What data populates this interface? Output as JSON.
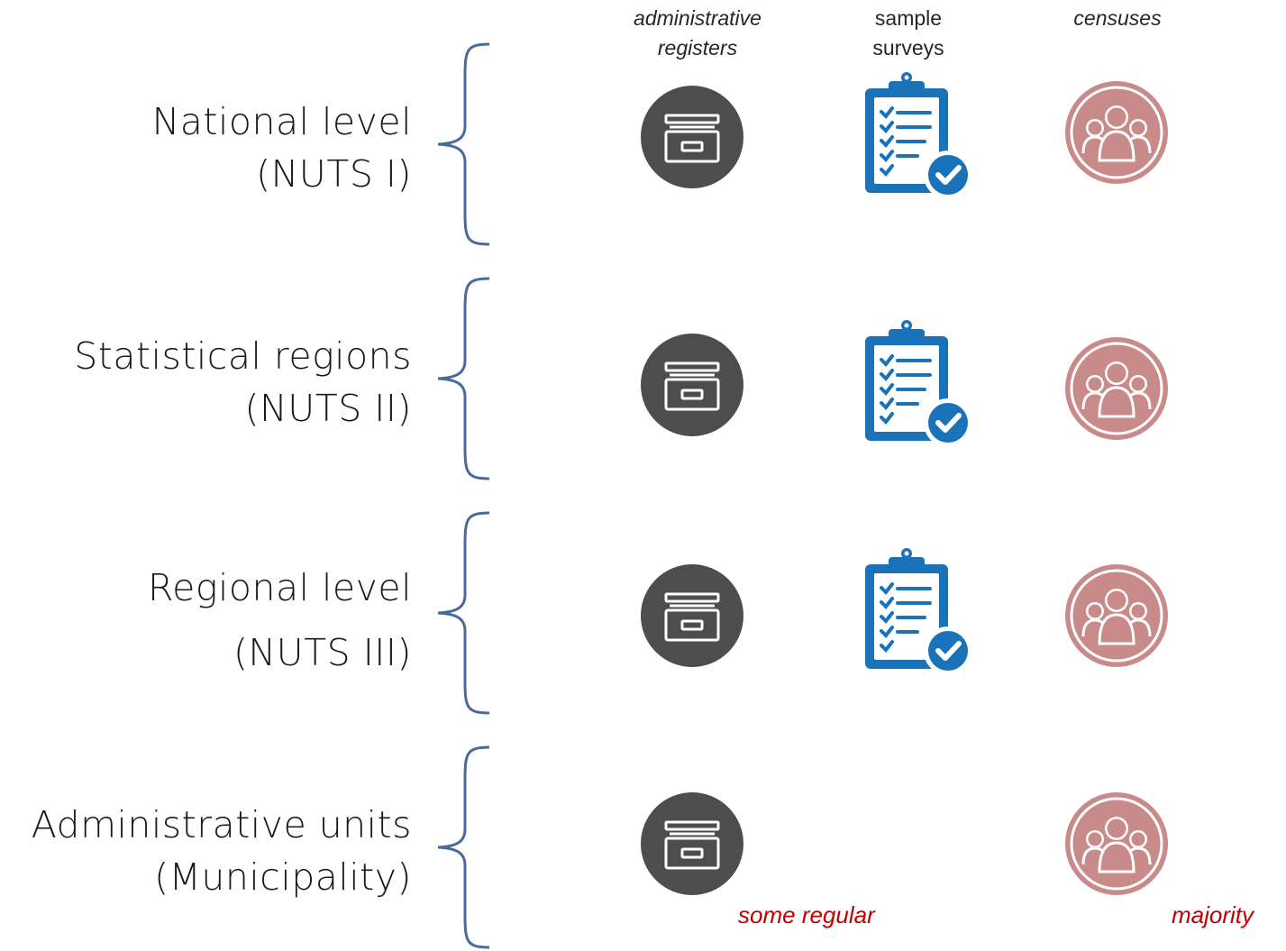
{
  "columns": [
    {
      "label": "administrative\nregisters",
      "italic": true,
      "icon": "archive-drawer-icon"
    },
    {
      "label": "sample\nsurveys",
      "italic": false,
      "icon": "clipboard-checklist-icon"
    },
    {
      "label": "censuses",
      "italic": true,
      "icon": "people-group-icon"
    }
  ],
  "levels": [
    {
      "name": "National level",
      "code": "(NUTS I)",
      "sources": [
        true,
        true,
        true
      ]
    },
    {
      "name": "Statistical regions",
      "code": "(NUTS II)",
      "sources": [
        true,
        true,
        true
      ]
    },
    {
      "name": "Regional level",
      "code": "(NUTS III)",
      "sources": [
        true,
        true,
        true
      ]
    },
    {
      "name": "Administrative units",
      "code": "(Municipality)",
      "sources": [
        true,
        false,
        true
      ]
    }
  ],
  "notes": {
    "registers": "some regular",
    "censuses": "majority"
  },
  "colors": {
    "brace": "#4a6a9a",
    "archive": "#4d4d4d",
    "clipboard": "#1a73b8",
    "census": "#c98a8a",
    "note": "#c00000"
  }
}
